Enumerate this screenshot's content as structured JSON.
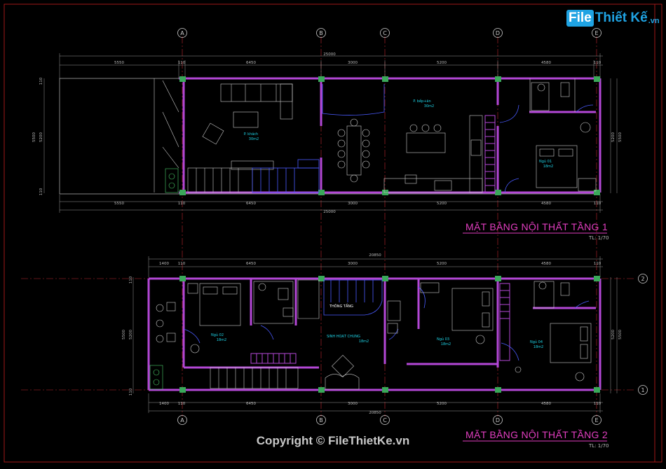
{
  "logo": {
    "badge": "File",
    "text": "Thiết Kế",
    "suffix": ".vn"
  },
  "copyright": "Copyright © FileThietKe.vn",
  "grid_axes": [
    "A",
    "B",
    "C",
    "D",
    "E"
  ],
  "row_axes": [
    "2",
    "1"
  ],
  "floor1": {
    "title": "MẶT BẰNG NỘI THẤT TẦNG 1",
    "scale": "TL: 1/70",
    "dims_top": [
      "5550",
      "110",
      "6450",
      "3000",
      "5200",
      "4580",
      "110"
    ],
    "dims_bottom": [
      "5550",
      "110",
      "6450",
      "3000",
      "5200",
      "4580",
      "110"
    ],
    "total": "25000",
    "side_dims": [
      "110",
      "5200",
      "5500",
      "110"
    ],
    "rooms": [
      {
        "name": "P. khách",
        "area": "30m2"
      },
      {
        "name": "P. bếp+ăn",
        "area": "30m2"
      },
      {
        "name": "Ngủ 01",
        "area": "18m2"
      }
    ]
  },
  "floor2": {
    "title": "MẶT BẰNG NỘI THẤT TẦNG 2",
    "scale": "TL: 1/70",
    "dims_top": [
      "1400",
      "110",
      "6450",
      "3000",
      "5200",
      "4580",
      "110"
    ],
    "dims_bottom": [
      "1400",
      "110",
      "6450",
      "3000",
      "5200",
      "4580",
      "110"
    ],
    "total": "20850",
    "side_dims": [
      "110",
      "5200",
      "5500",
      "110"
    ],
    "rooms": [
      {
        "name": "Ngủ 02",
        "area": "18m2"
      },
      {
        "name": "SINH HOẠT CHUNG",
        "area": "18m2"
      },
      {
        "name": "Ngủ 03",
        "area": "18m2"
      },
      {
        "name": "Ngủ 04",
        "area": "18m2"
      },
      {
        "name": "THÔNG TẦNG",
        "area": ""
      }
    ]
  }
}
